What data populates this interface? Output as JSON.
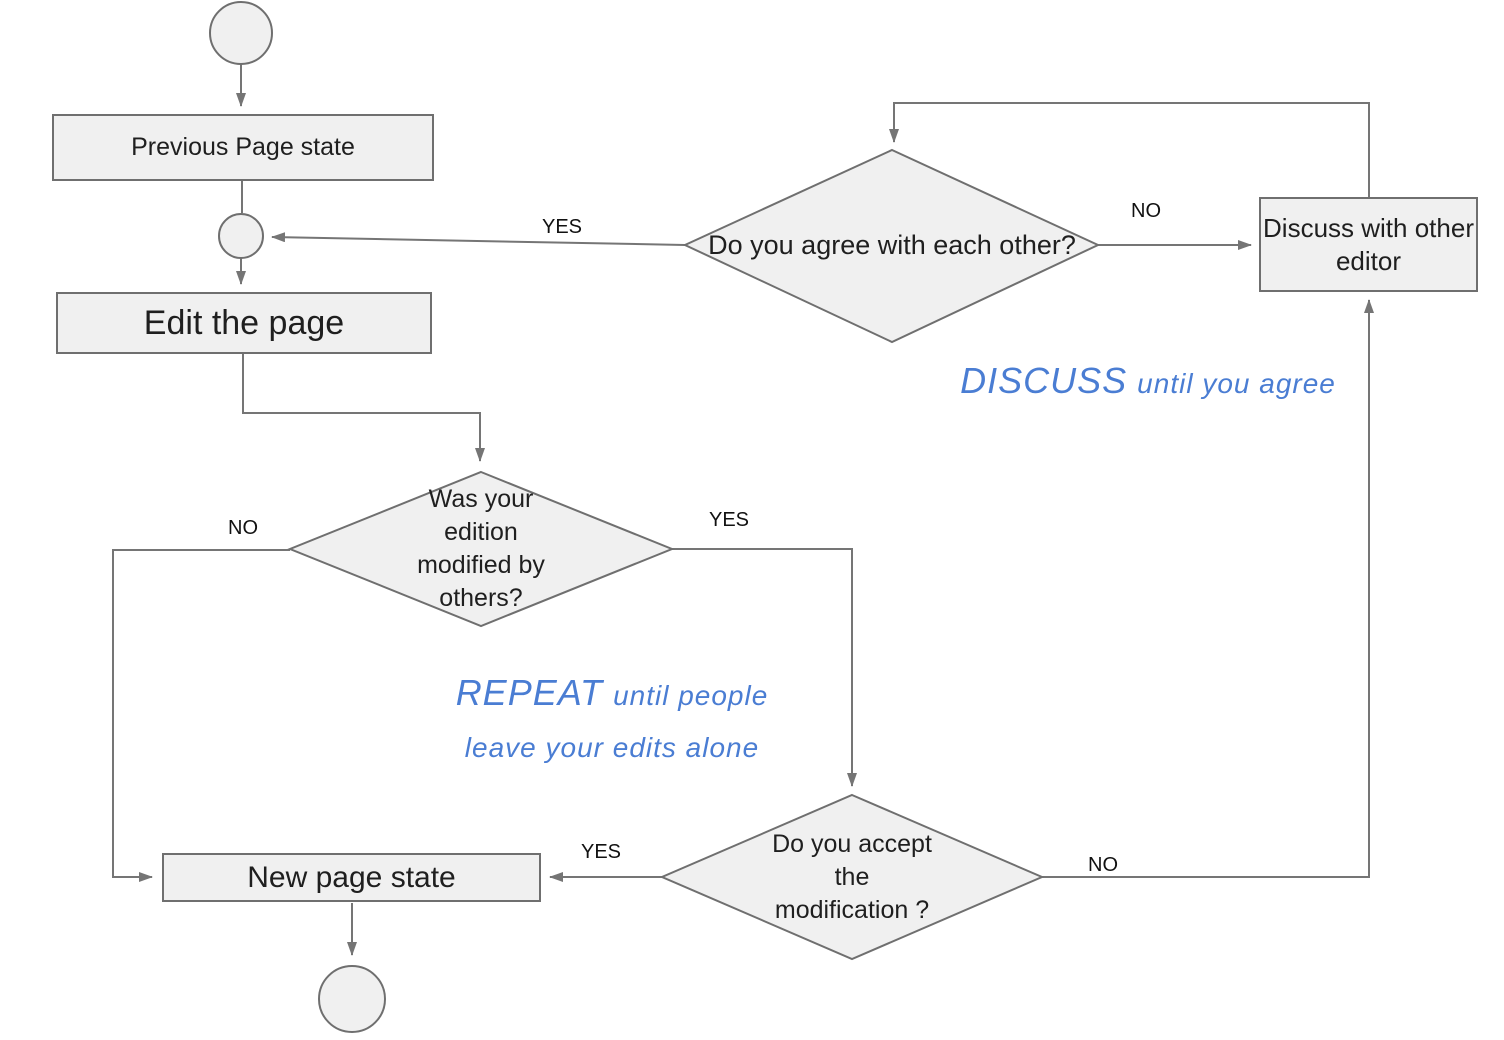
{
  "colors": {
    "shape_fill": "#f0f0f0",
    "shape_stroke": "#6f6f6f",
    "connector_gray": "#757575",
    "text_color": "#1f1f1f",
    "annotation_blue": "#4a7dd3"
  },
  "nodes": {
    "previous_page_state": {
      "label": "Previous Page state"
    },
    "edit_the_page": {
      "label": "Edit the page"
    },
    "was_edition_modified": {
      "label": "Was your edition modified by others?"
    },
    "do_you_accept": {
      "label": "Do you accept the modification ?"
    },
    "new_page_state": {
      "label": "New page state"
    },
    "do_you_agree": {
      "label": "Do you agree with each other?"
    },
    "discuss_with_editor": {
      "label": "Discuss with other editor"
    }
  },
  "edge_labels": {
    "agree_yes": "YES",
    "agree_no": "NO",
    "modified_no": "NO",
    "modified_yes": "YES",
    "accept_yes": "YES",
    "accept_no": "NO"
  },
  "annotations": {
    "discuss": {
      "emphasis": "DISCUSS",
      "rest": "until you agree"
    },
    "repeat": {
      "emphasis": "REPEAT",
      "rest": "until people",
      "line2": "leave your edits alone"
    }
  }
}
